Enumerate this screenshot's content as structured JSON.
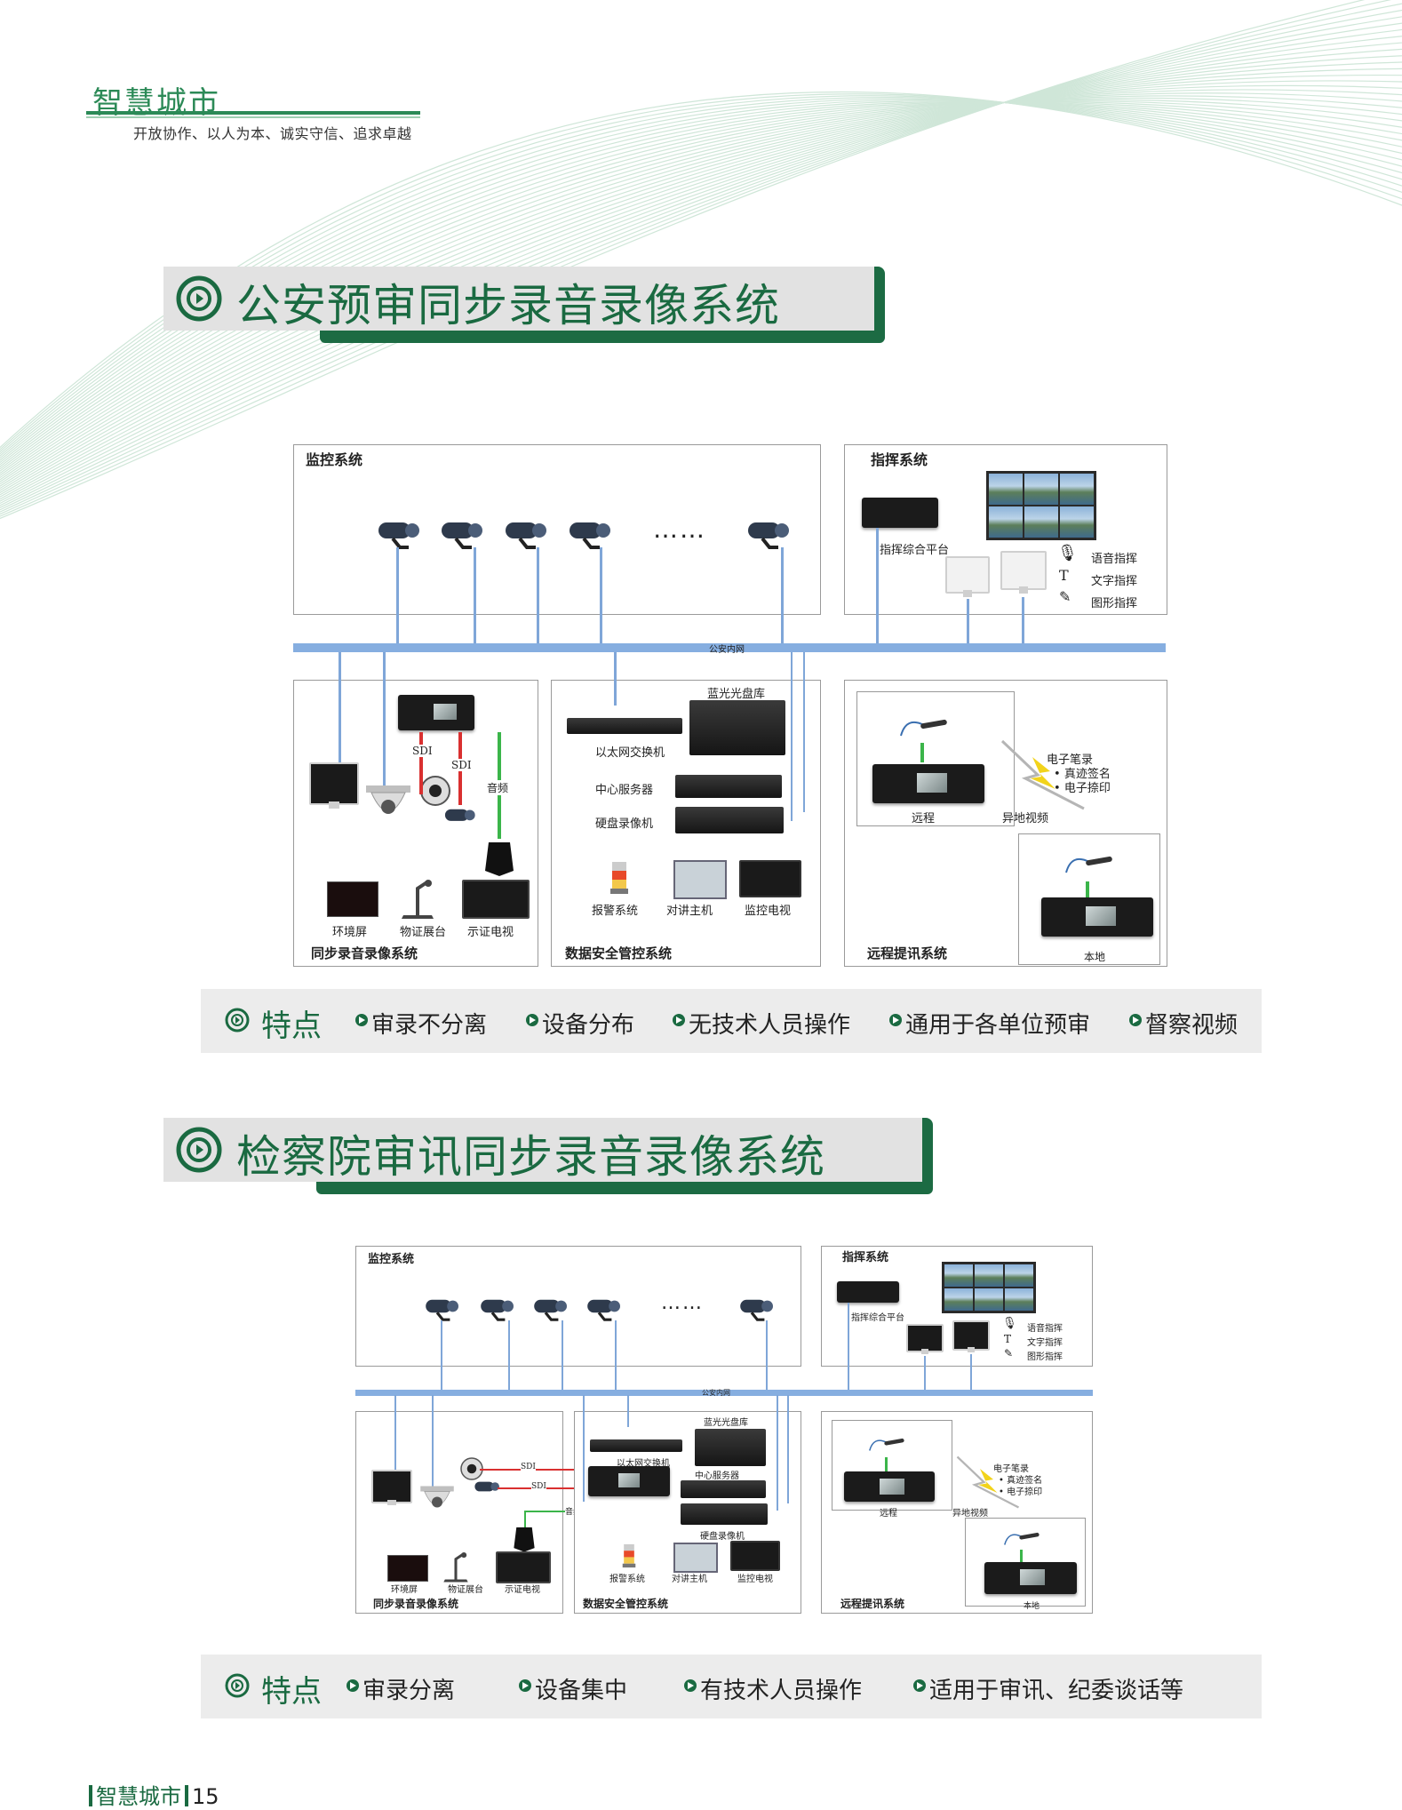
{
  "header": {
    "brand": "智慧城市",
    "slogan": "开放协作、以人为本、诚实守信、追求卓越"
  },
  "section1": {
    "title": "公安预审同步录音录像系统",
    "diagram": {
      "monitor_system": "监控系统",
      "command_system": "指挥系统",
      "command_platform": "指挥综合平台",
      "voice_command": "语音指挥",
      "text_command": "文字指挥",
      "graphic_command": "图形指挥",
      "network": "公安内网",
      "sync_system": "同步录音录像系统",
      "sdi": "SDI",
      "audio": "音频",
      "env_screen": "环境屏",
      "evidence_stand": "物证展台",
      "display_tv": "示证电视",
      "data_security": "数据安全管控系统",
      "bluray_library": "蓝光光盘库",
      "ethernet_switch": "以太网交换机",
      "central_server": "中心服务器",
      "hdd_recorder": "硬盘录像机",
      "alarm_system": "报警系统",
      "intercom_host": "对讲主机",
      "monitor_tv": "监控电视",
      "remote_system": "远程提讯系统",
      "remote": "远程",
      "remote_video": "异地视频",
      "e_record": "电子笔录",
      "e_sign": "真迹签名",
      "e_fingerprint": "电子捺印",
      "local": "本地",
      "dots": "……"
    },
    "features_label": "特点",
    "features": [
      "审录不分离",
      "设备分布",
      "无技术人员操作",
      "通用于各单位预审",
      "督察视频"
    ]
  },
  "section2": {
    "title": "检察院审讯同步录音录像系统",
    "diagram": {
      "monitor_system": "监控系统",
      "command_system": "指挥系统",
      "command_platform": "指挥综合平台",
      "voice_command": "语音指挥",
      "text_command": "文字指挥",
      "graphic_command": "图形指挥",
      "network": "公安内网",
      "sync_system": "同步录音录像系统",
      "sdi": "SDI",
      "audio": "音频",
      "env_screen": "环境屏",
      "evidence_stand": "物证展台",
      "display_tv": "示证电视",
      "data_security": "数据安全管控系统",
      "bluray_library": "蓝光光盘库",
      "ethernet_switch": "以太网交换机",
      "central_server": "中心服务器",
      "hdd_recorder": "硬盘录像机",
      "alarm_system": "报警系统",
      "intercom_host": "对讲主机",
      "monitor_tv": "监控电视",
      "remote_system": "远程提讯系统",
      "remote": "远程",
      "remote_video": "异地视频",
      "e_record": "电子笔录",
      "e_sign": "真迹签名",
      "e_fingerprint": "电子捺印",
      "local": "本地",
      "dots": "……"
    },
    "features_label": "特点",
    "features": [
      "审录分离",
      "设备集中",
      "有技术人员操作",
      "适用于审讯、纪委谈话等"
    ]
  },
  "footer": {
    "brand": "智慧城市",
    "page_number": "15"
  },
  "colors": {
    "brand_green": "#1a6a41",
    "network_blue": "#86aee0",
    "sdi_red": "#d93030",
    "audio_green": "#3bb54a"
  }
}
